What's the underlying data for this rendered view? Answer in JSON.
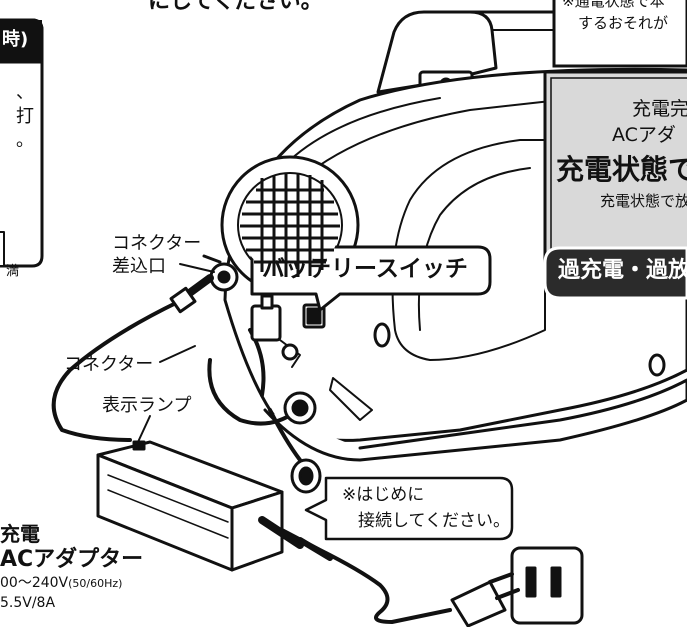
{
  "header": {
    "title_fragment": "にしてください。"
  },
  "left_box": {
    "tab": "時)",
    "lines": [
      "、",
      "打",
      "。"
    ],
    "side_char": "満"
  },
  "warning_box": {
    "line1": "※通電状態で本",
    "line2": "するおそれが"
  },
  "grey_panel": {
    "line1": "充電完",
    "line2": "ACアダ",
    "line3": "充電状態で",
    "line4": "充電状態で放"
  },
  "banner": {
    "text": "過充電・過放"
  },
  "labels": {
    "connector_socket_1": "コネクター",
    "connector_socket_2": "差込口",
    "battery_switch": "バッテリースイッチ",
    "connector": "コネクター",
    "indicator_lamp": "表示ランプ",
    "connect_first_1": "※はじめに",
    "connect_first_2": "接続してください。"
  },
  "adapter": {
    "title_1": "充電",
    "title_2": "ACアダプター",
    "spec_input_main": "00～240V",
    "spec_input_hz": "(50/60Hz)",
    "spec_output": "5.5V/8A"
  },
  "colors": {
    "ink": "#111111",
    "panel_grey": "#d9d9d9",
    "banner_bg": "#2b2b2b",
    "white": "#ffffff"
  }
}
